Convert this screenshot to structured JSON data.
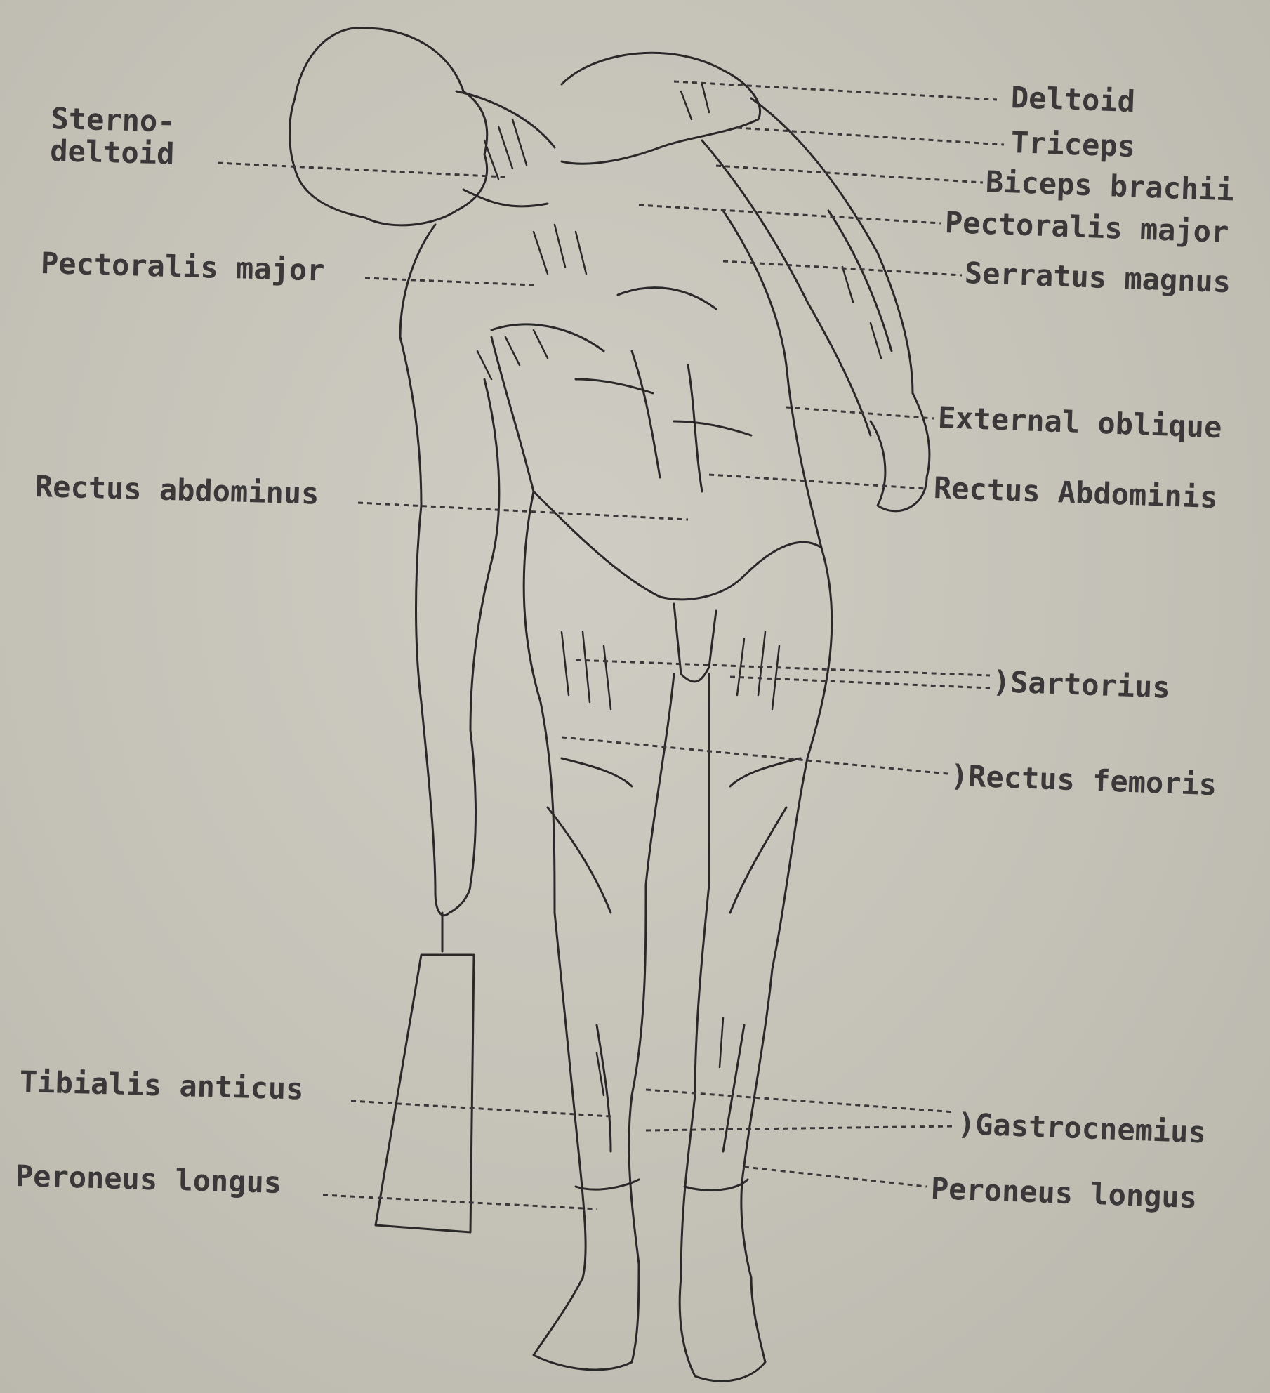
{
  "labels": {
    "sternodeltoid": "Sterno-\ndeltoid",
    "pectoralis_major_left": "Pectoralis major",
    "rectus_abdominus_left": "Rectus abdominus",
    "tibialis_anticus": "Tibialis anticus",
    "peroneus_longus_left": "Peroneus longus",
    "deltoid": "Deltoid",
    "triceps": "Triceps",
    "biceps_brachii": "Biceps brachii",
    "pectoralis_major_right": "Pectoralis major",
    "serratus_magnus": "Serratus magnus",
    "external_oblique": "External oblique",
    "rectus_abdominis_right": "Rectus Abdominis",
    "sartorius": ")Sartorius",
    "rectus_femoris": ")Rectus femoris",
    "gastrocnemius": ")Gastrocnemius",
    "peroneus_longus_right": "Peroneus longus"
  },
  "colors": {
    "paper": "#c5c3b8",
    "ink": "#3a3838",
    "line": "#2a2828"
  }
}
